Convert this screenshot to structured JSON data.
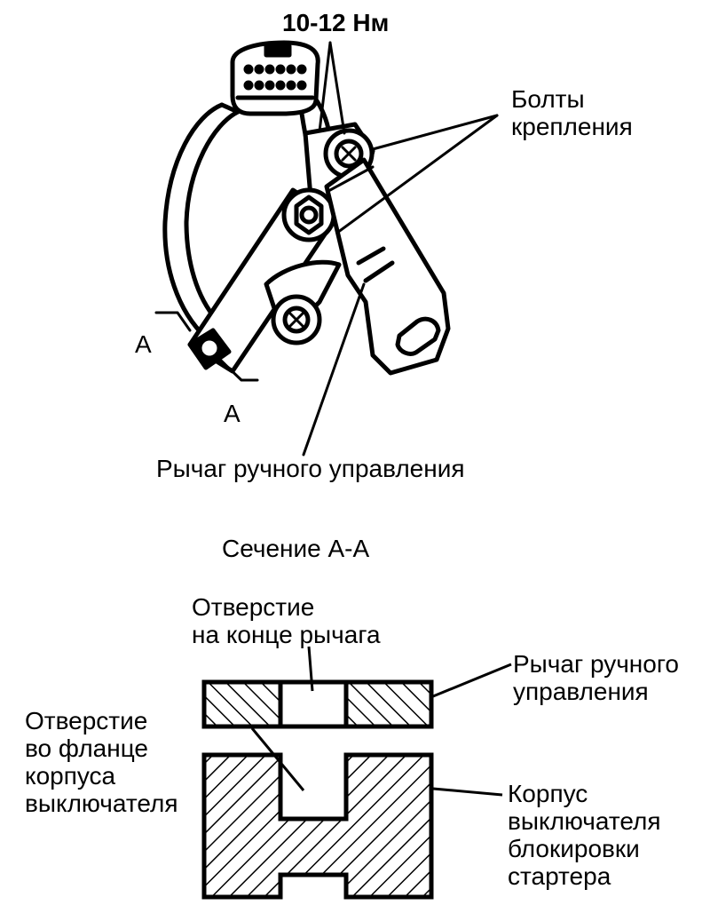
{
  "labels": {
    "torque": "10-12 Нм",
    "bolts": [
      "Болты",
      "крепления"
    ],
    "section_mark_top": "A",
    "section_mark_bottom": "A",
    "manual_lever": "Рычаг ручного управления",
    "section_title": "Сечение А-А",
    "lever_hole": [
      "Отверстие",
      "на конце рычага"
    ],
    "lever_right": [
      "Рычаг ручного",
      "управления"
    ],
    "flange_hole": [
      "Отверстие",
      "во фланце",
      "корпуса",
      "выключателя"
    ],
    "switch_body": [
      "Корпус",
      "выключателя",
      "блокировки",
      "стартера"
    ]
  }
}
